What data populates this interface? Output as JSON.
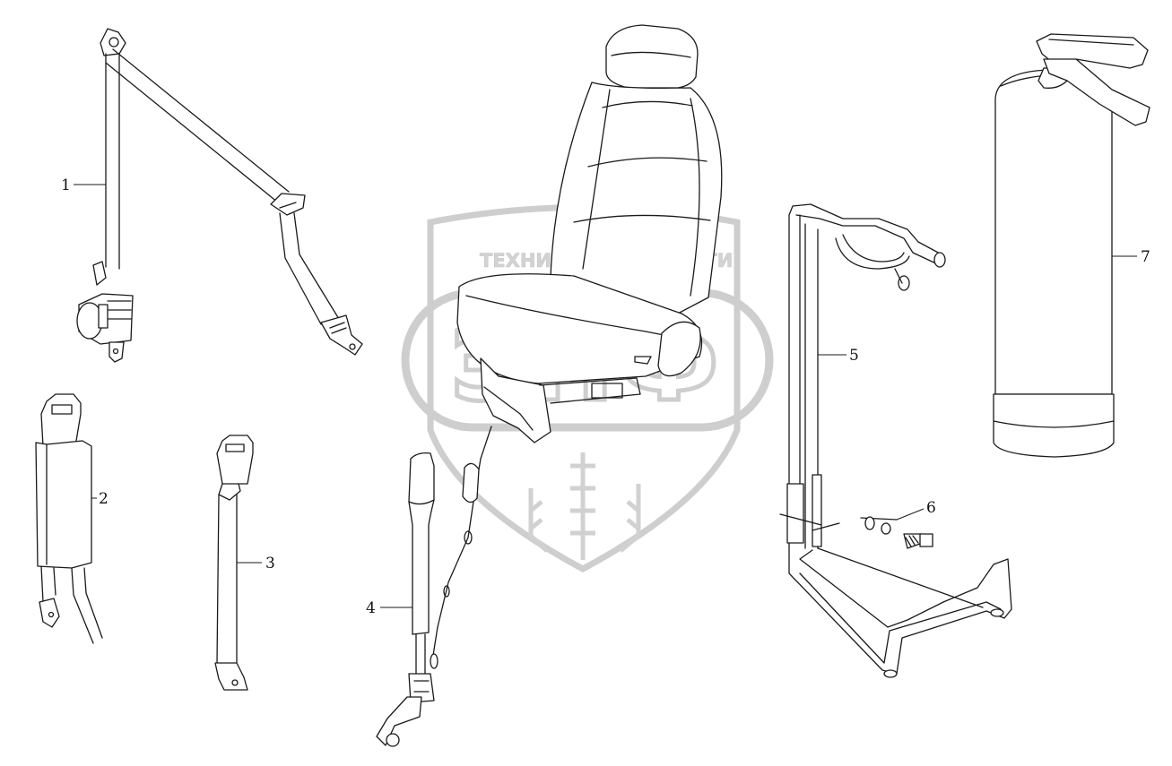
{
  "watermark": {
    "top_text_left": "ТЕХНИКА",
    "top_text_right": "ЗАПЧАСТИ",
    "logo_text": "ЭПФ",
    "color": "#c9c9c9"
  },
  "callouts": [
    {
      "label": "1",
      "part": "three-point-seat-belt"
    },
    {
      "label": "2",
      "part": "belt-buckle-with-sleeve"
    },
    {
      "label": "3",
      "part": "belt-buckle-on-strap"
    },
    {
      "label": "4",
      "part": "seat-belt-buckle-with-cable"
    },
    {
      "label": "5",
      "part": "fire-extinguisher-bracket"
    },
    {
      "label": "6",
      "part": "mounting-bolt-washer-nut"
    },
    {
      "label": "7",
      "part": "fire-extinguisher"
    }
  ]
}
